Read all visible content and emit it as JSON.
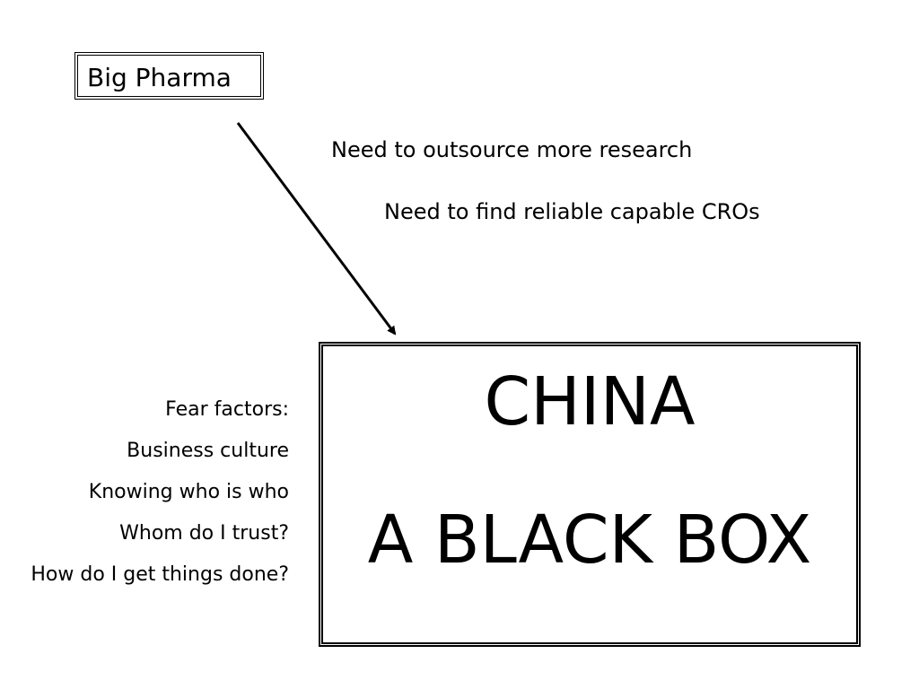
{
  "source": {
    "label": "Big Pharma"
  },
  "needs": [
    "Need to outsource more research",
    "Need to find reliable capable CROs"
  ],
  "fear_factors": {
    "heading": "Fear factors:",
    "items": [
      "Business culture",
      "Knowing who is who",
      "Whom do I trust?",
      "How do I get things done?"
    ]
  },
  "target": {
    "title": "CHINA",
    "subtitle": "A BLACK BOX"
  },
  "colors": {
    "ink": "#000000",
    "background": "#ffffff"
  }
}
